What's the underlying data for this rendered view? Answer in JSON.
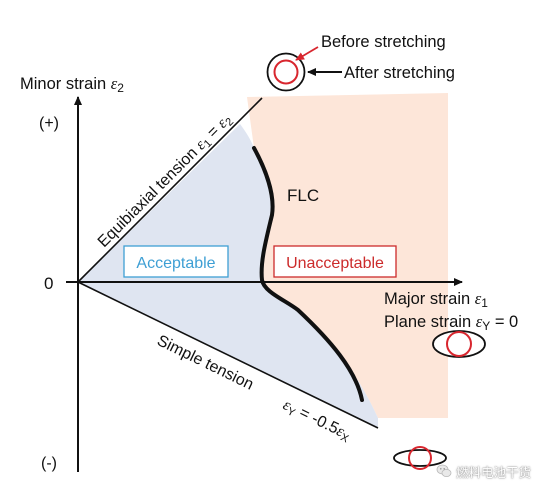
{
  "colors": {
    "acceptable_fill": "#dfe5f1",
    "unacceptable_fill": "#fde6d9",
    "acceptable_border": "#3e9fd4",
    "unacceptable_border": "#cc2b2b",
    "circle_red": "#d8262e",
    "ink": "#111111"
  },
  "labels": {
    "before": "Before stretching",
    "after": "After stretching",
    "minor_prefix": "Minor strain ",
    "minor_sym": "ε",
    "minor_sub": "2",
    "plus": "(+)",
    "minus": "(-)",
    "zero": "0",
    "equi_prefix": "Equibiaxial tension ",
    "equi_e1": "ε",
    "equi_s1": "1",
    "equi_eq": " = ",
    "equi_e2": "ε",
    "equi_s2": "2",
    "flc": "FLC",
    "acceptable": "Acceptable",
    "unacceptable": "Unacceptable",
    "major_prefix": "Major strain ",
    "major_sym": "ε",
    "major_sub": "1",
    "plane_prefix": "Plane strain ",
    "plane_sym": "ε",
    "plane_sub": "Y",
    "plane_suffix": " = 0",
    "simple": "Simple tension",
    "st_e1": "ε",
    "st_s1": "Y",
    "st_mid": " = -0.5",
    "st_e2": "ε",
    "st_s2": "X"
  },
  "watermark": {
    "text": "燃料电池干货",
    "icon": "wechat-icon"
  }
}
